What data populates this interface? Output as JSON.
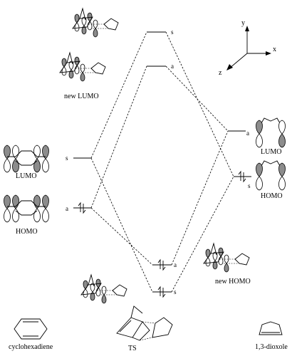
{
  "axes": {
    "x": "x",
    "y": "y",
    "z": "z"
  },
  "left": {
    "lumo_label": "LUMO",
    "homo_label": "HOMO",
    "lumo_symmetry": "s",
    "homo_symmetry": "a",
    "molecule_label": "cyclohexadiene"
  },
  "right": {
    "lumo_label": "LUMO",
    "homo_label": "HOMO",
    "lumo_symmetry": "a",
    "homo_symmetry": "s",
    "molecule_label": "1,3-dioxole"
  },
  "center": {
    "new_lumo_label": "new LUMO",
    "new_homo_label": "new HOMO",
    "ts_label": "TS",
    "levels": [
      {
        "id": "top-s",
        "symmetry": "s"
      },
      {
        "id": "upper-a",
        "symmetry": "a"
      },
      {
        "id": "lower-a",
        "symmetry": "a"
      },
      {
        "id": "bottom-s",
        "symmetry": "s"
      }
    ]
  }
}
